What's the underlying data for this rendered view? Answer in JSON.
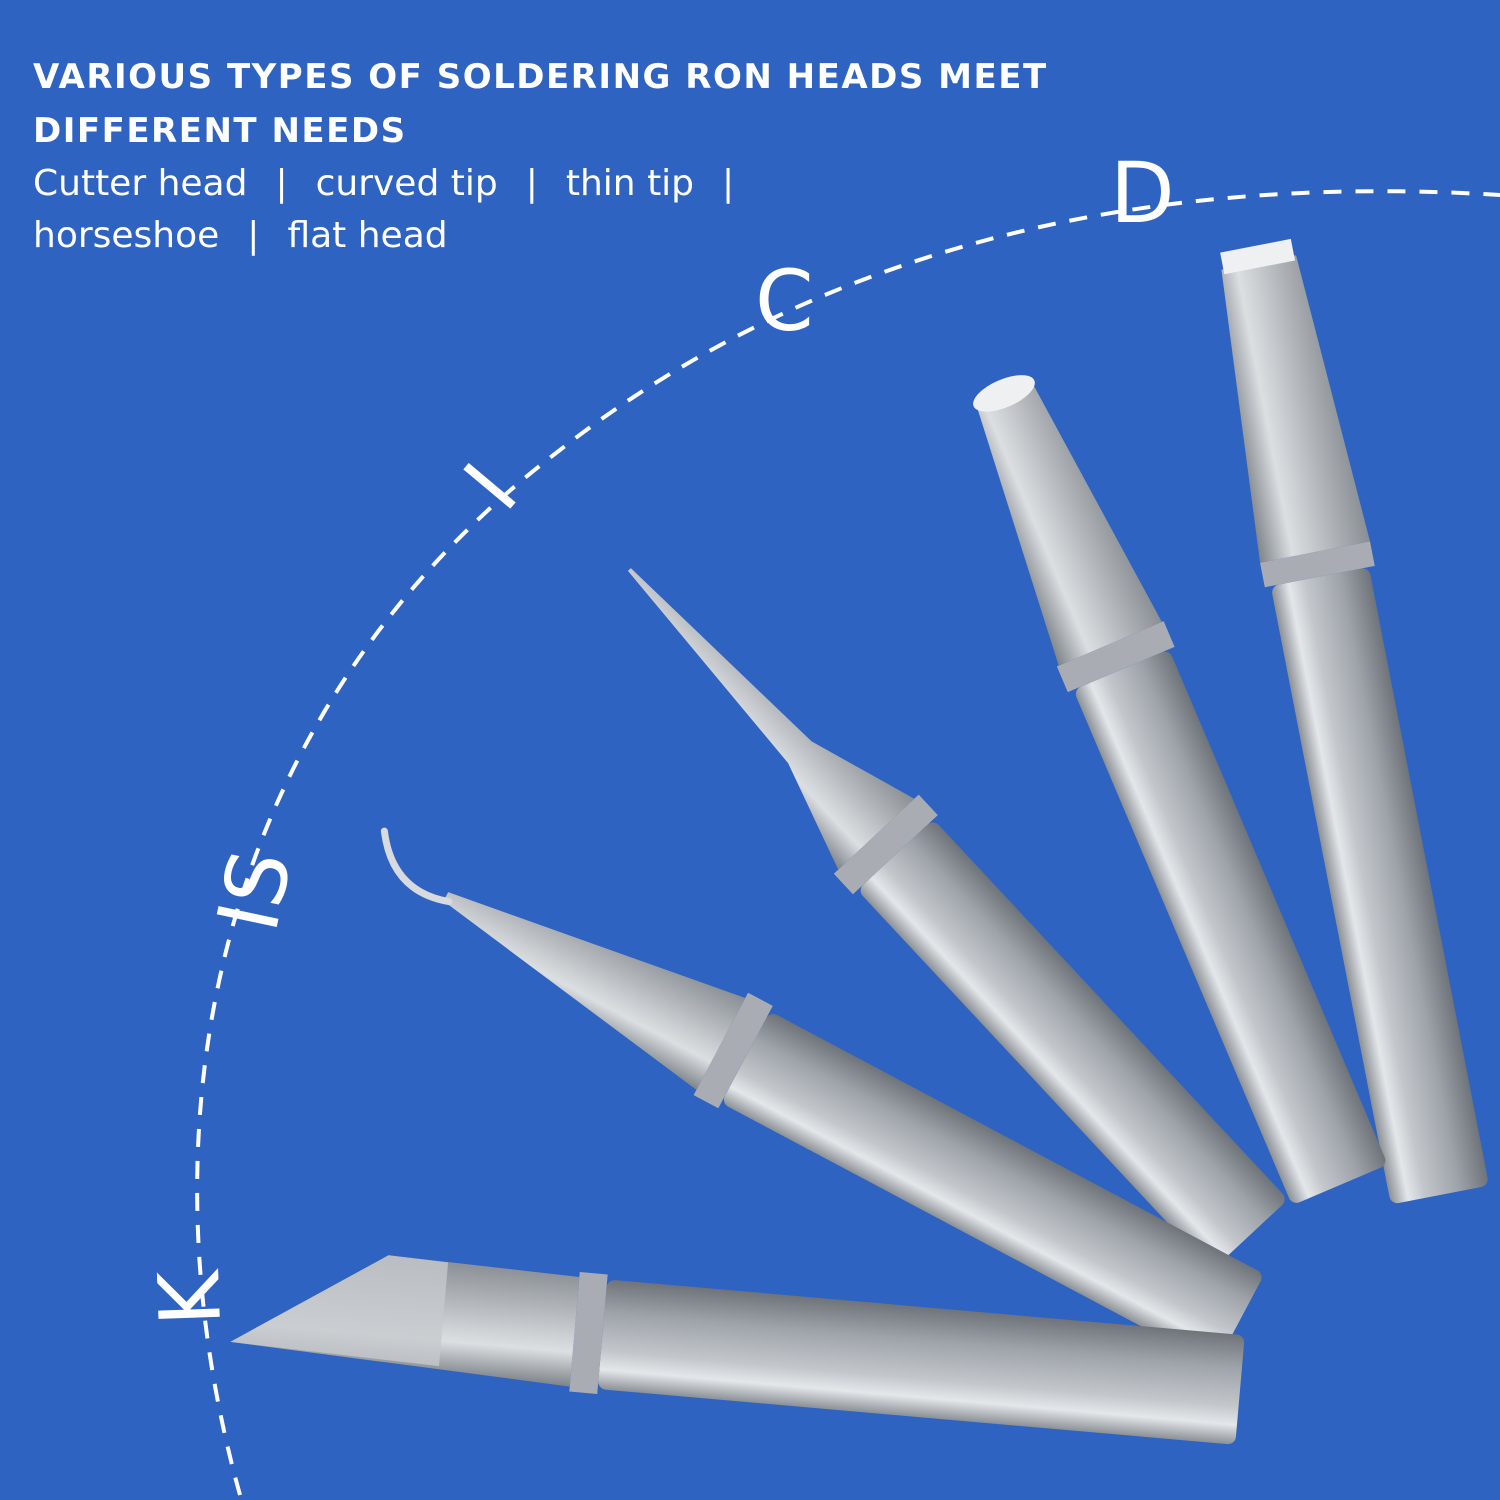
{
  "headline": {
    "line1": "VARIOUS TYPES OF SOLDERING RON HEADS MEET",
    "line2": "DIFFERENT NEEDS"
  },
  "tip_types": {
    "row1": [
      "Cutter head",
      "curved tip",
      "thin tip"
    ],
    "row2": [
      "horseshoe",
      "flat head"
    ],
    "separator": "|"
  },
  "arc_labels": [
    "D",
    "C",
    "I",
    "IS",
    "K"
  ],
  "colors": {
    "background": "#2e63c1",
    "text": "#ffffff",
    "metal": "#b9bdc3"
  }
}
